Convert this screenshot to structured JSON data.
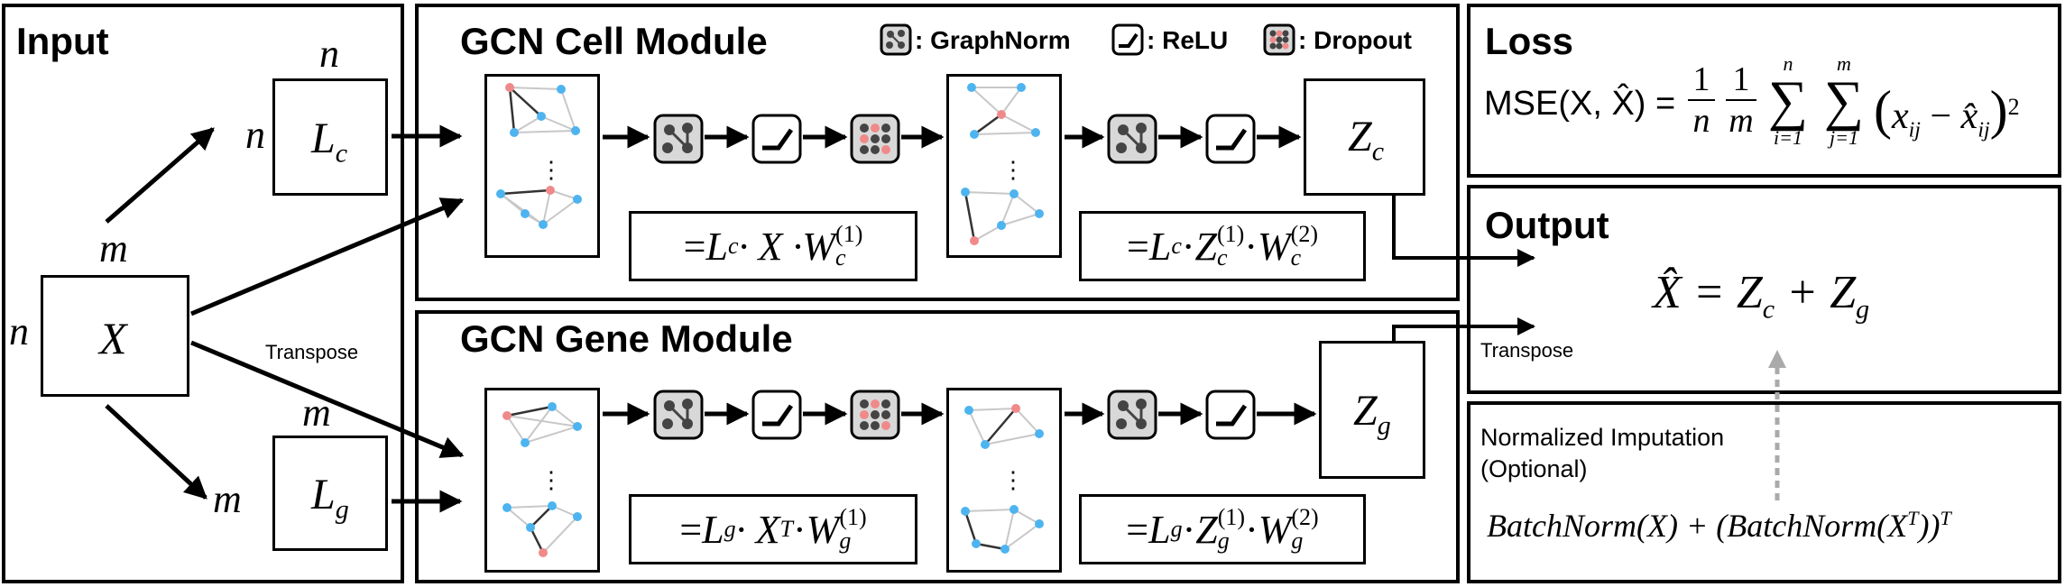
{
  "input": {
    "title": "Input",
    "matrix_x": "X",
    "dim_n": "n",
    "dim_m": "m",
    "lc": {
      "base": "L",
      "sub": "c"
    },
    "lg": {
      "base": "L",
      "sub": "g"
    },
    "transpose_label": "Transpose"
  },
  "cell_module": {
    "title": "GCN Cell Module",
    "eq1": {
      "lead": "= ",
      "l": "L",
      "lsub": "c",
      "mid": " · X · ",
      "w": "W",
      "wsub": "c",
      "wsup": "(1)"
    },
    "eq2": {
      "lead": "= ",
      "l": "L",
      "lsub": "c",
      "mid1": " · ",
      "z": "Z",
      "zsub": "c",
      "zsup": "(1)",
      "mid2": " · ",
      "w": "W",
      "wsub": "c",
      "wsup": "(2)"
    },
    "output": {
      "base": "Z",
      "sub": "c"
    }
  },
  "gene_module": {
    "title": "GCN Gene Module",
    "eq1": {
      "lead": "= ",
      "l": "L",
      "lsub": "g",
      "mid": " · X",
      "t": "T",
      "mid2": " · ",
      "w": "W",
      "wsub": "g",
      "wsup": "(1)"
    },
    "eq2": {
      "lead": "= ",
      "l": "L",
      "lsub": "g",
      "mid1": " · ",
      "z": "Z",
      "zsub": "g",
      "zsup": "(1)",
      "mid2": " · ",
      "w": "W",
      "wsub": "g",
      "wsup": "(2)"
    },
    "output": {
      "base": "Z",
      "sub": "g"
    }
  },
  "legend": {
    "graphnorm": ": GraphNorm",
    "relu": ": ReLU",
    "dropout": ": Dropout"
  },
  "loss": {
    "title": "Loss",
    "lhs": "MSE(X, X̂) = ",
    "frac1_num": "1",
    "frac1_den": "n",
    "frac2_num": "1",
    "frac2_den": "m",
    "sum1_top": "n",
    "sum1_bot": "i=1",
    "sum2_top": "m",
    "sum2_bot": "j=1",
    "term": "x",
    "term_sub": "ij",
    "minus": " − ",
    "term2": "x̂",
    "term2_sub": "ij",
    "power": "2"
  },
  "output": {
    "title": "Output",
    "formula_lhs": "X̂ = Z",
    "zc_sub": "c",
    "plus": " + Z",
    "zg_sub": "g",
    "transpose_label": "Transpose"
  },
  "imputation": {
    "label_line1": "Normalized Imputation",
    "label_line2": "(Optional)",
    "formula": "BatchNorm(X) + (BatchNorm(X",
    "formula_sup": "T",
    "formula_end": "))",
    "formula_end_sup": "T"
  },
  "colors": {
    "node_blue": "#4db4f0",
    "node_red": "#f08a8a",
    "edge_dark": "#333333",
    "edge_light": "#c8c8c8",
    "icon_fill": "#d8d8d8",
    "dashed_arrow": "#aaaaaa"
  }
}
